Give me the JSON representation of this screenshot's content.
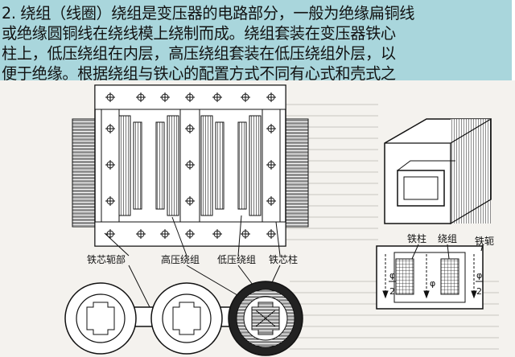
{
  "caption": {
    "text": "2. 绕组（线圈）绕组是变压器的电路部分，一般为绝缘扁铜线\n或绝缘圆铜线在绕线模上绕制而成。绕组套装在变压器铁心\n柱上，低压绕组在内层，高压绕组套装在低压绕组外层，以\n便于绝缘。根据绕组与铁心的配置方式不同有心式和壳式之\n分。"
  },
  "figure": {
    "labels": {
      "yoke_left": "铁芯轭部",
      "hv_winding": "高压绕组",
      "lv_winding": "低压绕组",
      "core_column": "铁芯柱",
      "shell_column": "铁柱",
      "shell_winding": "绕组",
      "shell_yoke": "铁轭",
      "flux_left": "φ",
      "flux_left_den": "2",
      "flux_center": "φ",
      "flux_right": "φ",
      "flux_right_den": "2"
    }
  }
}
